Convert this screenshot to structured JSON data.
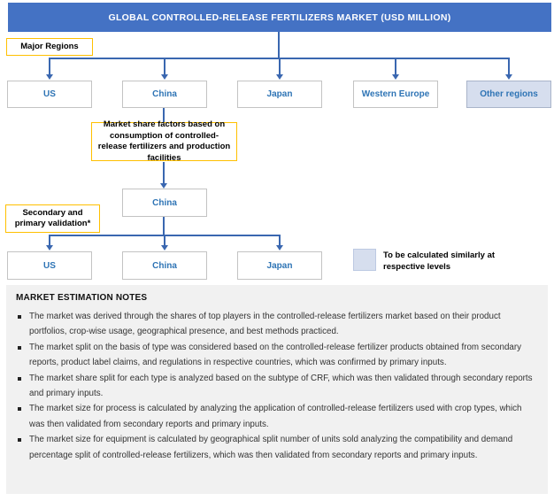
{
  "title": "GLOBAL CONTROLLED-RELEASE FERTILIZERS MARKET (USD MILLION)",
  "annotations": {
    "major_regions": "Major Regions",
    "market_share_factors": "Market share factors based on consumption of controlled-release fertilizers and production facilities",
    "validation": "Secondary and primary validation*",
    "legend_note": "To be calculated similarly at respective levels"
  },
  "regions_level1": [
    "US",
    "China",
    "Japan",
    "Western Europe",
    "Other regions"
  ],
  "drilldown_node": "China",
  "regions_level2": [
    "US",
    "China",
    "Japan"
  ],
  "notes": {
    "heading": "MARKET ESTIMATION NOTES",
    "bullets": [
      "The market was derived through the shares of top players in the controlled-release fertilizers market based on their product portfolios, crop-wise usage, geographical presence, and best methods practiced.",
      "The market split on the basis of type was considered based on the controlled-release fertilizer products obtained from secondary reports, product label claims, and regulations in respective countries, which was confirmed by primary inputs.",
      "The market share split for each type is analyzed based on the subtype of CRF, which was then validated through secondary reports and primary inputs.",
      "The market size for process is calculated by analyzing the application of controlled-release fertilizers used with crop types, which was then validated from secondary reports and primary inputs.",
      "The market size for equipment is calculated by geographical split number of units sold analyzing the compatibility and demand percentage split of controlled-release fertilizers, which was then validated from secondary reports and primary inputs."
    ]
  },
  "colors": {
    "header_bg": "#4472C4",
    "connector_blue": "#3A67B0",
    "region_text_blue": "#2E74B5",
    "callout_border_yellow": "#FFC000",
    "highlight_fill": "#D6DEEE",
    "notes_bg": "#F1F1F1"
  }
}
